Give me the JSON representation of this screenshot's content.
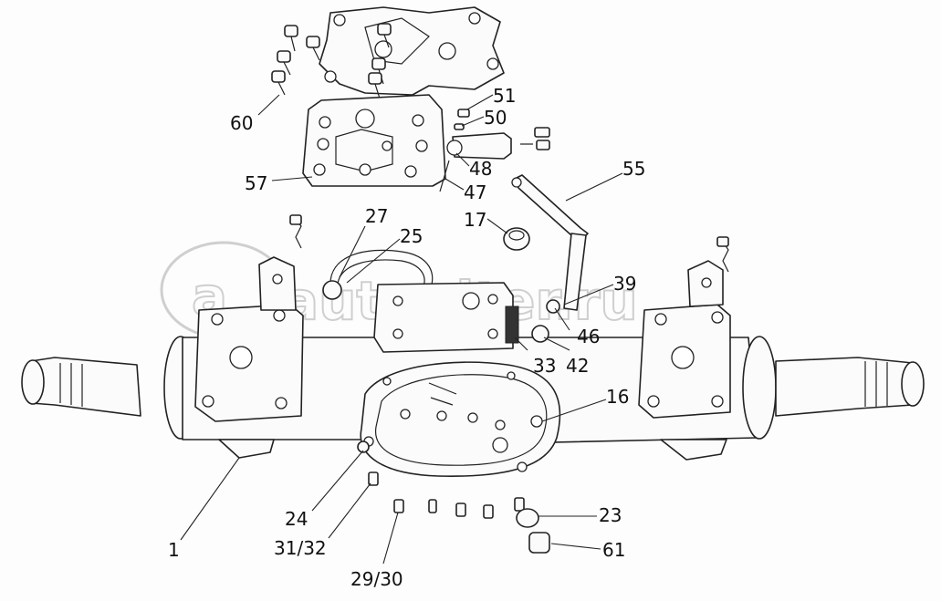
{
  "watermark": {
    "text": "autopiter.ru",
    "logo_letter": "a"
  },
  "callouts": {
    "c60": "60",
    "c57": "57",
    "c51": "51",
    "c50": "50",
    "c48": "48",
    "c47": "47",
    "c55": "55",
    "c17": "17",
    "c27": "27",
    "c25": "25",
    "c39": "39",
    "c46": "46",
    "c33": "33",
    "c42": "42",
    "c16": "16",
    "c24": "24",
    "c23": "23",
    "c61": "61",
    "c1": "1",
    "c31_32": "31/32",
    "c29_30": "29/30"
  }
}
